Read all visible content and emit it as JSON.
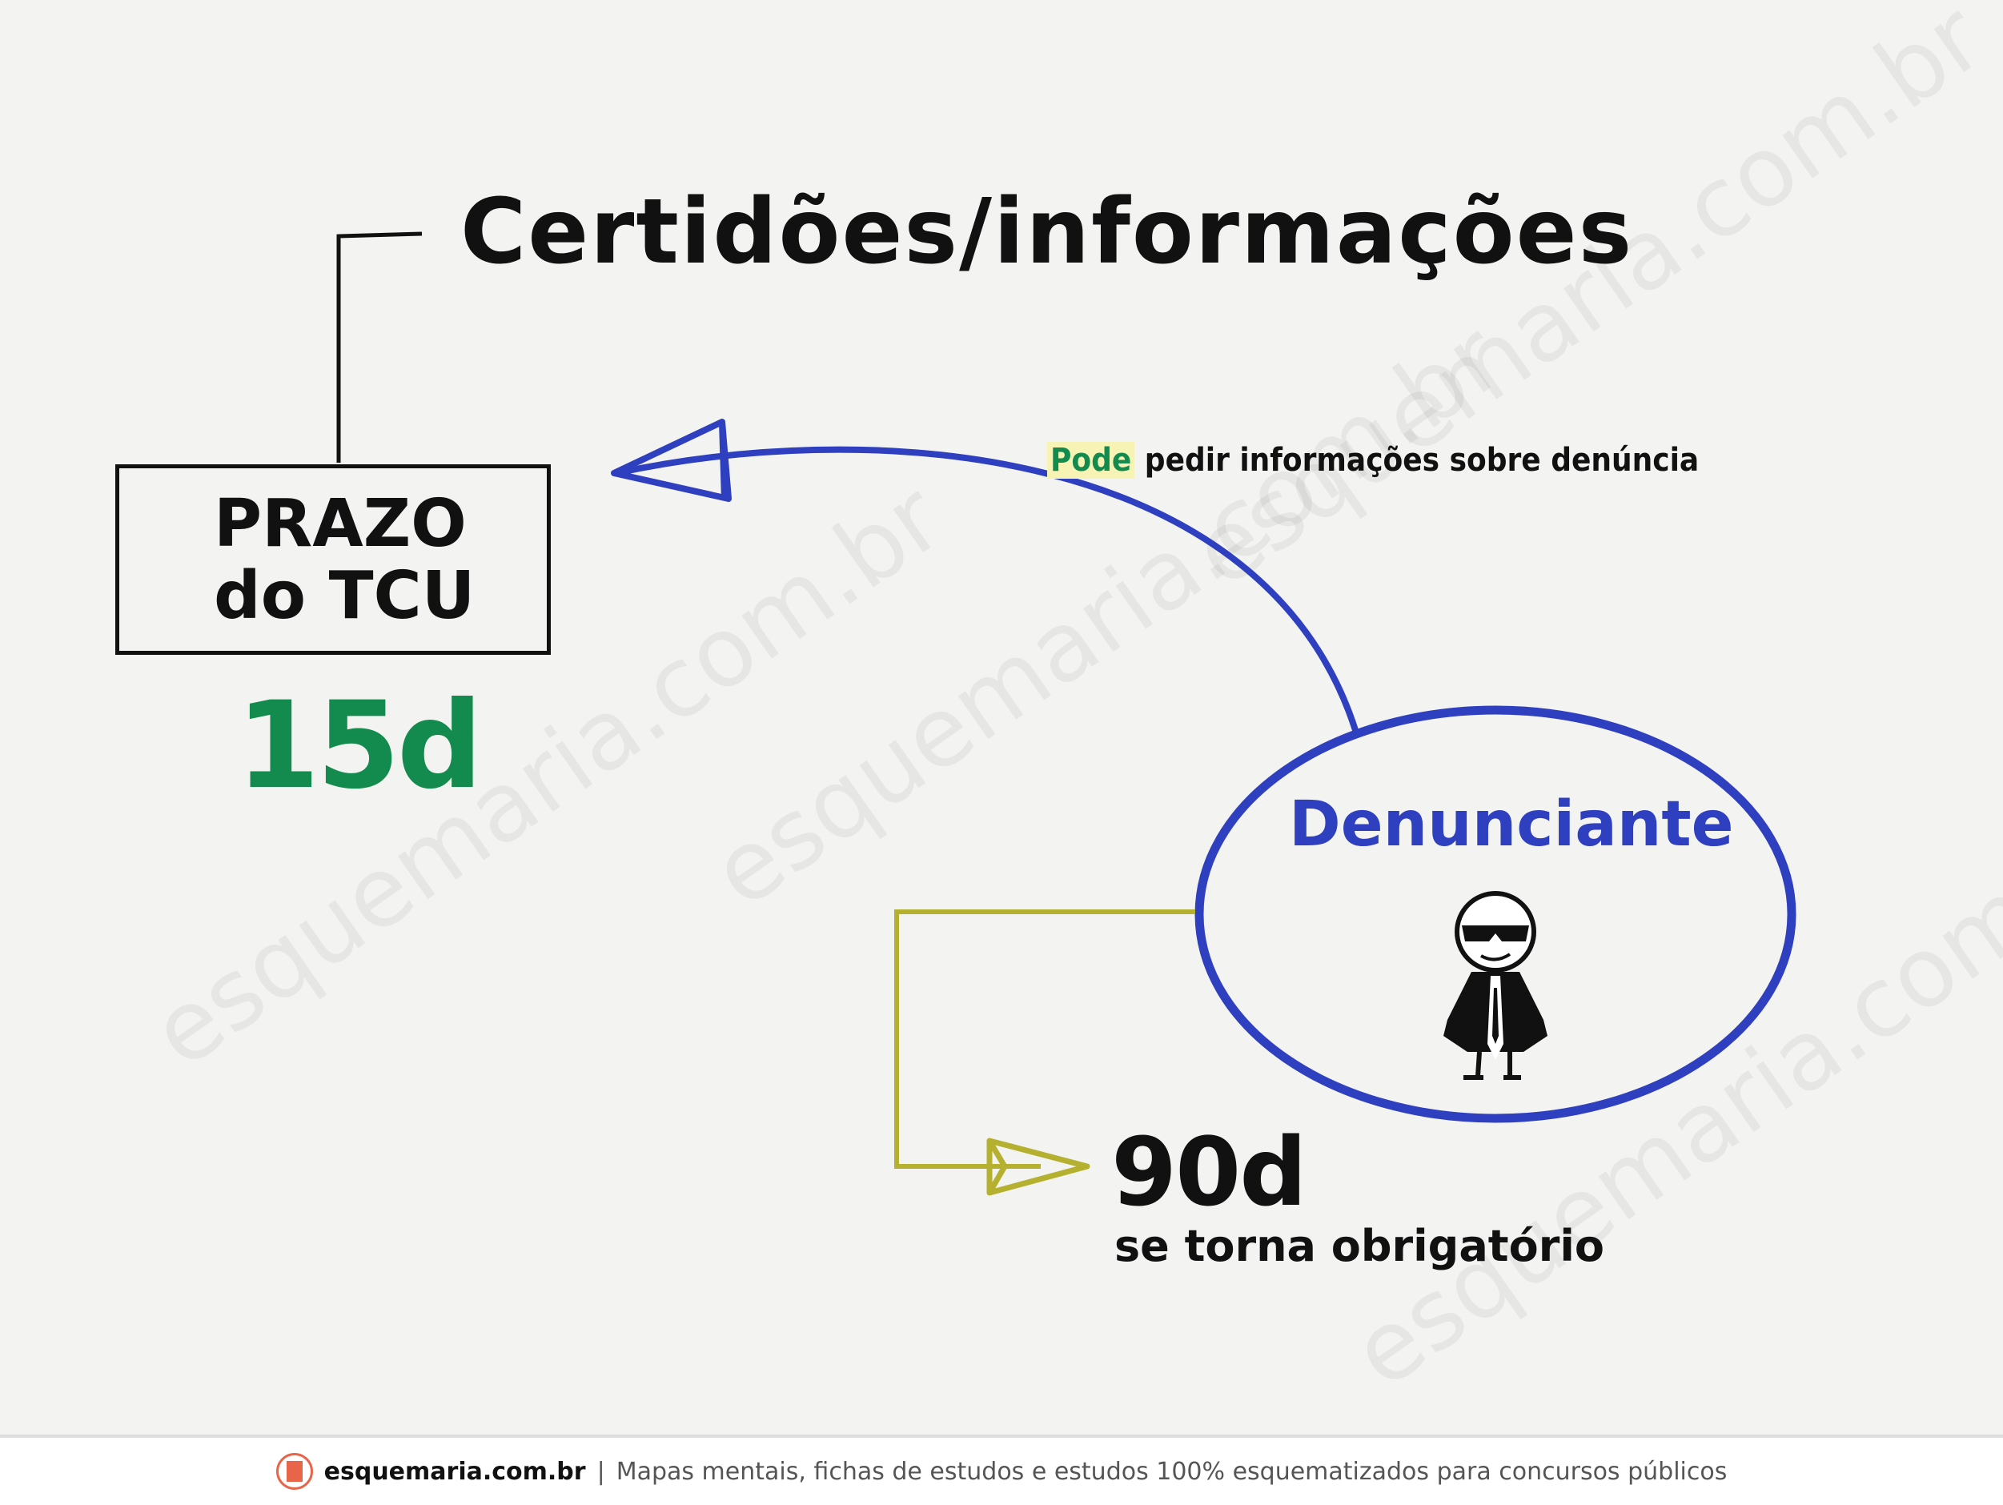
{
  "title": "Certidões/informações",
  "box": {
    "line1": "PRAZO",
    "line2": "do TCU"
  },
  "tcu_deadline": "15d",
  "arrow_label": {
    "highlight": "Pode",
    "rest": " pedir informações sobre denúncia"
  },
  "denunciante": "Denunciante",
  "obligatory_deadline": "90d",
  "obligatory_text": "se torna obrigatório",
  "watermark": "esquemaria.com.br",
  "footer": {
    "site": "esquemaria.com.br",
    "separator": "|",
    "tagline": "Mapas mentais, fichas de estudos e estudos 100% esquematizados para concursos públicos"
  },
  "colors": {
    "blue": "#2e3fbf",
    "green": "#138a4e",
    "olive": "#b5b030",
    "highlight": "#f7f3b5",
    "logo": "#e8654a"
  }
}
